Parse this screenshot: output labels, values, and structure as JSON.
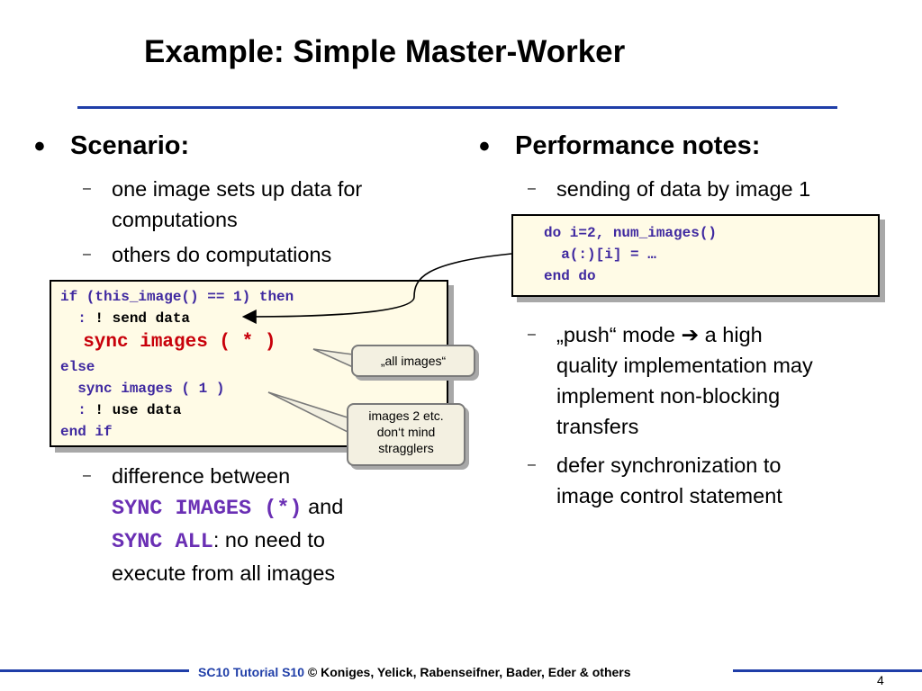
{
  "title": "Example: Simple Master-Worker",
  "left": {
    "bullet": "Scenario:",
    "items": [
      "one image sets up data for",
      "computations",
      "others do computations"
    ],
    "code": {
      "l1": "if (this_image() == 1) then",
      "l2a": "  : ",
      "l2b": "! send data",
      "l3": "  sync images ( * )",
      "l4": "else",
      "l5": "  sync images ( 1 )",
      "l6a": "  : ",
      "l6b": "! use data",
      "l7": "end if"
    },
    "diff": {
      "line1": "difference between",
      "kw1": "SYNC IMAGES (*)",
      "and": " and",
      "kw2": "SYNC ALL",
      "rest1": ": no need to",
      "rest2": "execute from all images"
    }
  },
  "right": {
    "bullet": "Performance notes:",
    "item1": "sending of data by image 1",
    "code": {
      "l1": "do i=2, num_images()",
      "l2": "  a(:)[i] = …",
      "l3": "end do"
    },
    "push": [
      "„push“ mode ",
      " a high",
      "quality implementation may",
      "implement non-blocking",
      "transfers"
    ],
    "defer": [
      "defer synchronization to",
      "image control statement"
    ]
  },
  "callouts": {
    "all_images": "„all images“",
    "stragglers": [
      "images 2 etc.",
      "don‘t mind",
      "stragglers"
    ]
  },
  "footer": {
    "course": "SC10 Tutorial S10",
    "credits": " © Koniges, Yelick, Rabenseifner, Bader, Eder & others",
    "page": "4"
  },
  "colors": {
    "accent": "#1f3ea8",
    "code": "#3f29a0",
    "highlight": "#c8000a",
    "keyword": "#6a2fb4"
  }
}
